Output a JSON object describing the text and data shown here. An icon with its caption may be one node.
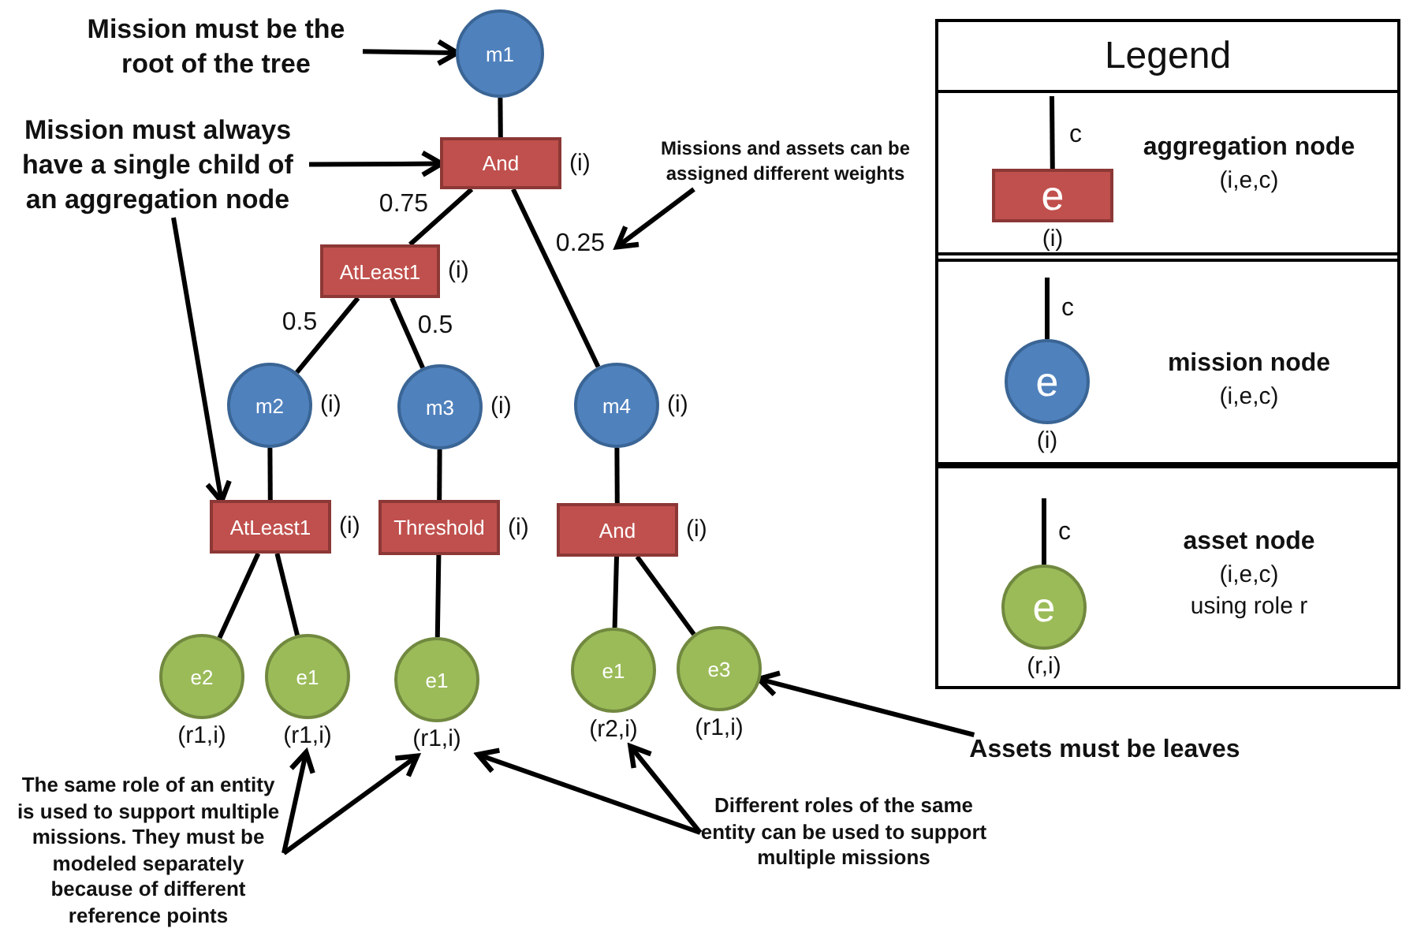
{
  "diagram": {
    "nodes": [
      {
        "text": [
          "m1"
        ]
      },
      {
        "text": [
          "And"
        ],
        "beside": [
          "(i)"
        ]
      },
      {
        "text": [
          "AtLeast1"
        ],
        "beside": [
          "(i)"
        ]
      },
      {
        "text": [
          "m2"
        ],
        "beside": [
          "(i)"
        ]
      },
      {
        "text": [
          "m3"
        ],
        "beside": [
          "(i)"
        ]
      },
      {
        "text": [
          "m4"
        ],
        "beside": [
          "(i)"
        ]
      },
      {
        "text": [
          "AtLeast1"
        ],
        "beside": [
          "(i)"
        ]
      },
      {
        "text": [
          "Threshold"
        ],
        "beside": [
          "(i)"
        ]
      },
      {
        "text": [
          "And"
        ],
        "beside": [
          "(i)"
        ]
      },
      {
        "text": [
          "e2"
        ],
        "beside": [
          "(r1,i)"
        ]
      },
      {
        "text": [
          "e1"
        ],
        "beside": [
          "(r1,i)"
        ]
      },
      {
        "text": [
          "e1"
        ],
        "beside": [
          "(r1,i)"
        ]
      },
      {
        "text": [
          "e1"
        ],
        "beside": [
          "(r2,i)"
        ]
      },
      {
        "text": [
          "e3"
        ],
        "beside": [
          "(r1,i)"
        ]
      },
      {
        "text": [
          "Mission must be the root of the tree"
        ]
      },
      {
        "text": [
          "Mission must always have a single child of an aggregation node"
        ]
      },
      {
        "text": [
          "Missions and assets can be assigned different weights"
        ]
      },
      {
        "text": [
          "Assets must be leaves"
        ]
      },
      {
        "text": [
          "The same role of an entity is used to support multiple missions. They must be modeled separately because of different reference points"
        ]
      },
      {
        "text": [
          "Different roles of the same entity can be used to support multiple missions"
        ]
      },
      {
        "text": [
          "Legend"
        ]
      },
      {
        "text": [
          "aggregation node",
          "(i,e,c)"
        ],
        "in": 20
      },
      {
        "text": [
          "mission node",
          "(i,e,c)"
        ],
        "in": 20
      },
      {
        "text": [
          "asset node",
          "(i,e,c)",
          "using role r"
        ],
        "in": 20
      },
      {
        "text": [
          "e"
        ],
        "beside": [
          "(i)"
        ],
        "in": 21
      },
      {
        "text": [
          "e"
        ],
        "beside": [
          "(i)"
        ],
        "in": 22
      },
      {
        "text": [
          "e"
        ],
        "beside": [
          "(r,i)"
        ],
        "in": 23
      }
    ],
    "edges": [
      {
        "from": 0,
        "to": 1,
        "arrow": "none"
      },
      {
        "from": 1,
        "to": 2,
        "arrow": "none",
        "label": "0.75"
      },
      {
        "from": 1,
        "to": 5,
        "arrow": "none",
        "label": "0.25"
      },
      {
        "from": 2,
        "to": 3,
        "arrow": "none",
        "label": "0.5"
      },
      {
        "from": 2,
        "to": 4,
        "arrow": "none",
        "label": "0.5"
      },
      {
        "from": 3,
        "to": 6,
        "arrow": "none"
      },
      {
        "from": 4,
        "to": 7,
        "arrow": "none"
      },
      {
        "from": 5,
        "to": 8,
        "arrow": "none"
      },
      {
        "from": 6,
        "to": 9,
        "arrow": "none"
      },
      {
        "from": 6,
        "to": 10,
        "arrow": "none"
      },
      {
        "from": 7,
        "to": 11,
        "arrow": "none"
      },
      {
        "from": 8,
        "to": 12,
        "arrow": "none"
      },
      {
        "from": 8,
        "to": 13,
        "arrow": "none"
      },
      {
        "from": 14,
        "to": 0,
        "arrow": "to"
      },
      {
        "from": 15,
        "to": 1,
        "arrow": "to"
      },
      {
        "from": 15,
        "to": 6,
        "arrow": "to"
      },
      {
        "from": 16,
        "to": null,
        "arrow": "to"
      },
      {
        "from": 17,
        "to": 13,
        "arrow": "to"
      },
      {
        "from": 18,
        "to": 10,
        "arrow": "to"
      },
      {
        "from": 18,
        "to": 11,
        "arrow": "to"
      },
      {
        "from": 19,
        "to": 11,
        "arrow": "to"
      },
      {
        "from": 19,
        "to": 12,
        "arrow": "to"
      },
      {
        "from": null,
        "to": 24,
        "arrow": "none",
        "label": "c"
      },
      {
        "from": null,
        "to": 25,
        "arrow": "none",
        "label": "c"
      },
      {
        "from": null,
        "to": 26,
        "arrow": "none",
        "label": "c"
      }
    ]
  }
}
